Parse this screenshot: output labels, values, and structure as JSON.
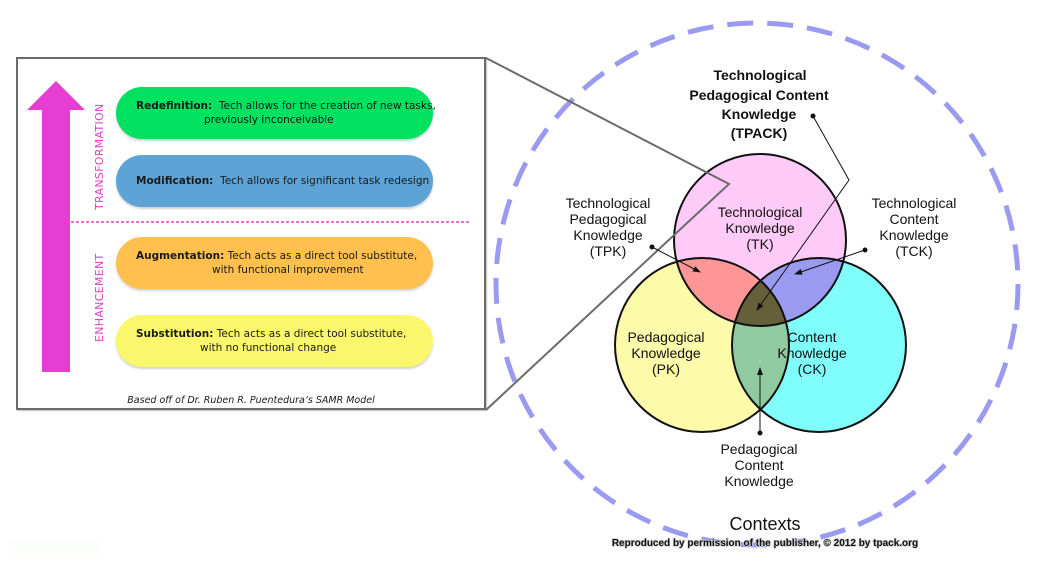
{
  "samr": {
    "levels": [
      {
        "name": "Redefinition:",
        "line1": "  Tech allows for the creation of new tasks,",
        "line2": "previously inconceivable",
        "color": "#00e15f"
      },
      {
        "name": "Modification:",
        "line1": "  Tech allows for significant task redesign",
        "line2": "",
        "color": "#5ea3d6"
      },
      {
        "name": "Augmentation:",
        "line1": " Tech acts as a direct tool substitute,",
        "line2": "with functional improvement",
        "color": "#ffc04e"
      },
      {
        "name": "Substitution:",
        "line1": " Tech acts as a direct tool substitute,",
        "line2": "with no functional change",
        "color": "#fbf76c"
      }
    ],
    "transformation_label": "TRANSFORMATION",
    "enhancement_label": "ENHANCEMENT",
    "credit": "Based off of Dr. Ruben R. Puentedura’s SAMR Model",
    "arrow_color": "#e63ed2",
    "divider_color": "#e040c8"
  },
  "tpack": {
    "title_lines": [
      "Technological",
      "Pedagogical Content",
      "Knowledge",
      "(TPACK)"
    ],
    "tk": {
      "lines": [
        "Technological",
        "Knowledge",
        "(TK)"
      ],
      "color": "#fecbf8"
    },
    "pk": {
      "lines": [
        "Pedagogical",
        "Knowledge",
        "(PK)"
      ],
      "color": "#fbfbaa"
    },
    "ck": {
      "lines": [
        "Content",
        "Knowledge",
        "(CK)"
      ],
      "color": "#80fefc"
    },
    "tpk": {
      "lines": [
        "Technological",
        "Pedagogical",
        "Knowledge",
        "(TPK)"
      ],
      "color": "#fe9698"
    },
    "tck": {
      "lines": [
        "Technological",
        "Content",
        "Knowledge",
        "(TCK)"
      ],
      "color": "#9a9af0"
    },
    "pck": {
      "lines": [
        "Pedagogical",
        "Content",
        "Knowledge"
      ],
      "color": "#8fcaa0"
    },
    "center_color": "#66603a",
    "contexts": "Contexts",
    "contexts_color": "#9a9af0",
    "copyright": "Reproduced by permission of the publisher, © 2012 by tpack.org"
  }
}
